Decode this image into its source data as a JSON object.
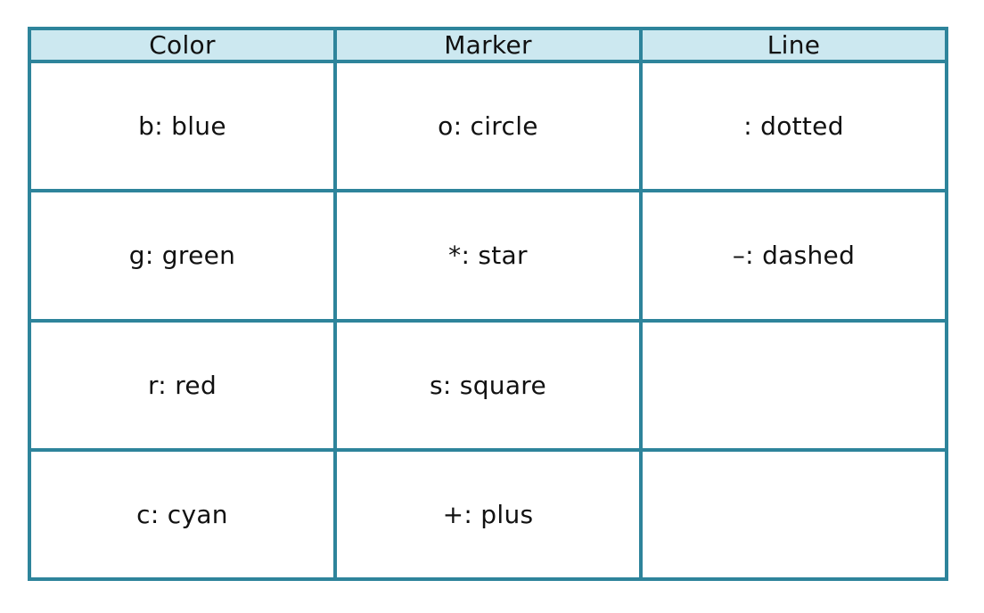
{
  "table": {
    "headers": [
      "Color",
      "Marker",
      "Line"
    ],
    "rows": [
      [
        "b: blue",
        "o: circle",
        ": dotted"
      ],
      [
        "g: green",
        "*: star",
        "–: dashed"
      ],
      [
        "r: red",
        "s: square",
        ""
      ],
      [
        "c: cyan",
        "+: plus",
        ""
      ]
    ]
  },
  "colors": {
    "border": "#2e849b",
    "header_bg": "#cce8f0",
    "cell_bg": "#ffffff",
    "text": "#111111"
  }
}
